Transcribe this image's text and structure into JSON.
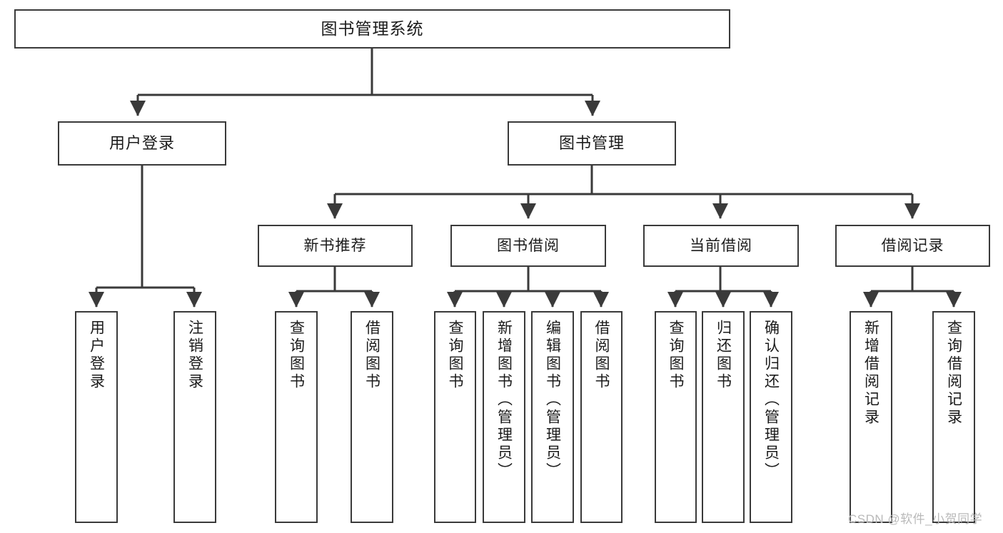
{
  "diagram": {
    "title": "图书管理系统",
    "type": "hierarchy-tree",
    "line_color": "#3a3a3a",
    "box_fill": "#ffffff",
    "text_color": "#1b1b1b"
  },
  "nodes": {
    "root": {
      "label": "图书管理系统",
      "level": 1
    },
    "level2": [
      {
        "label": "用户登录",
        "level": 2
      },
      {
        "label": "图书管理",
        "level": 2
      }
    ],
    "level3": [
      {
        "label": "新书推荐",
        "level": 3
      },
      {
        "label": "图书借阅",
        "level": 3
      },
      {
        "label": "当前借阅",
        "level": 3
      },
      {
        "label": "借阅记录",
        "level": 3
      }
    ],
    "leaves": {
      "user_login": [
        {
          "label": "用户登录"
        },
        {
          "label": "注销登录"
        }
      ],
      "new_book_recommend": [
        {
          "label": "查询图书"
        },
        {
          "label": "借阅图书"
        }
      ],
      "book_borrow": [
        {
          "label": "查询图书"
        },
        {
          "label": "新增图书（管理员）"
        },
        {
          "label": "编辑图书（管理员）"
        },
        {
          "label": "借阅图书"
        }
      ],
      "current_borrow": [
        {
          "label": "查询图书"
        },
        {
          "label": "归还图书"
        },
        {
          "label": "确认归还（管理员）"
        }
      ],
      "borrow_record": [
        {
          "label": "新增借阅记录"
        },
        {
          "label": "查询借阅记录"
        }
      ]
    }
  },
  "watermark": {
    "text": "CSDN @软件_小贺同学"
  }
}
